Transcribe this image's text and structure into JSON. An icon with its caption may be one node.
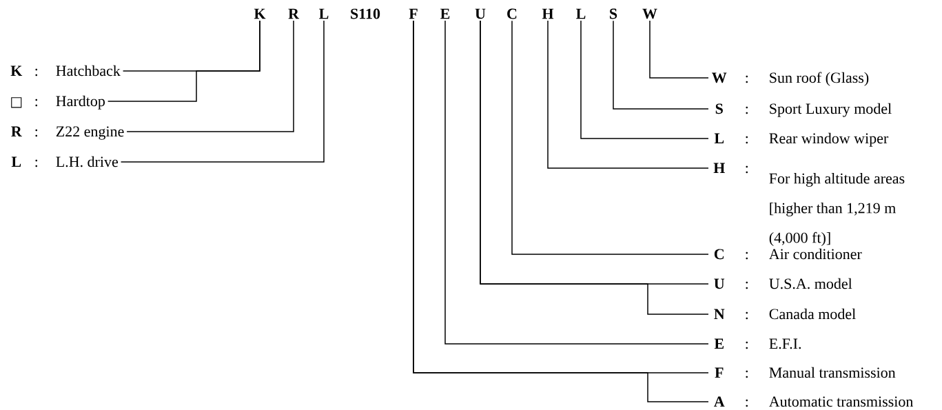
{
  "diagram": {
    "nodes": [
      {
        "text": [
          "K"
        ]
      },
      {
        "text": [
          "R"
        ]
      },
      {
        "text": [
          "L"
        ]
      },
      {
        "text": [
          "S110"
        ]
      },
      {
        "text": [
          "F"
        ]
      },
      {
        "text": [
          "E"
        ]
      },
      {
        "text": [
          "U"
        ]
      },
      {
        "text": [
          "C"
        ]
      },
      {
        "text": [
          "H"
        ]
      },
      {
        "text": [
          "L"
        ]
      },
      {
        "text": [
          "S"
        ]
      },
      {
        "text": [
          "W"
        ]
      },
      {
        "text": [
          "K",
          ":",
          "Hatchback"
        ]
      },
      {
        "text": [
          "□",
          ":",
          "Hardtop"
        ]
      },
      {
        "text": [
          "R",
          ":",
          "Z22 engine"
        ]
      },
      {
        "text": [
          "L",
          ":",
          "L.H. drive"
        ]
      },
      {
        "text": [
          "W",
          ":",
          "Sun roof (Glass)"
        ]
      },
      {
        "text": [
          "S",
          ":",
          "Sport Luxury model"
        ]
      },
      {
        "text": [
          "L",
          ":",
          "Rear window wiper"
        ]
      },
      {
        "text": [
          "H",
          ":",
          "For high altitude areas [higher than 1,219 m (4,000 ft)]"
        ]
      },
      {
        "text": [
          "C",
          ":",
          "Air conditioner"
        ]
      },
      {
        "text": [
          "U",
          ":",
          "U.S.A. model"
        ]
      },
      {
        "text": [
          "N",
          ":",
          "Canada model"
        ]
      },
      {
        "text": [
          "E",
          ":",
          "E.F.I."
        ]
      },
      {
        "text": [
          "F",
          ":",
          "Manual transmission"
        ]
      },
      {
        "text": [
          "A",
          ":",
          "Automatic transmission"
        ]
      }
    ],
    "edges": [
      {
        "from": 0,
        "to": 12,
        "arrow": "none"
      },
      {
        "from": 0,
        "to": 13,
        "arrow": "none"
      },
      {
        "from": 1,
        "to": 14,
        "arrow": "none"
      },
      {
        "from": 2,
        "to": 15,
        "arrow": "none"
      },
      {
        "from": 11,
        "to": 16,
        "arrow": "none"
      },
      {
        "from": 10,
        "to": 17,
        "arrow": "none"
      },
      {
        "from": 9,
        "to": 18,
        "arrow": "none"
      },
      {
        "from": 8,
        "to": 19,
        "arrow": "none"
      },
      {
        "from": 7,
        "to": 20,
        "arrow": "none"
      },
      {
        "from": 6,
        "to": 21,
        "arrow": "none"
      },
      {
        "from": 6,
        "to": 22,
        "arrow": "none"
      },
      {
        "from": 5,
        "to": 23,
        "arrow": "none"
      },
      {
        "from": 4,
        "to": 24,
        "arrow": "none"
      },
      {
        "from": 4,
        "to": 25,
        "arrow": "none"
      }
    ]
  }
}
